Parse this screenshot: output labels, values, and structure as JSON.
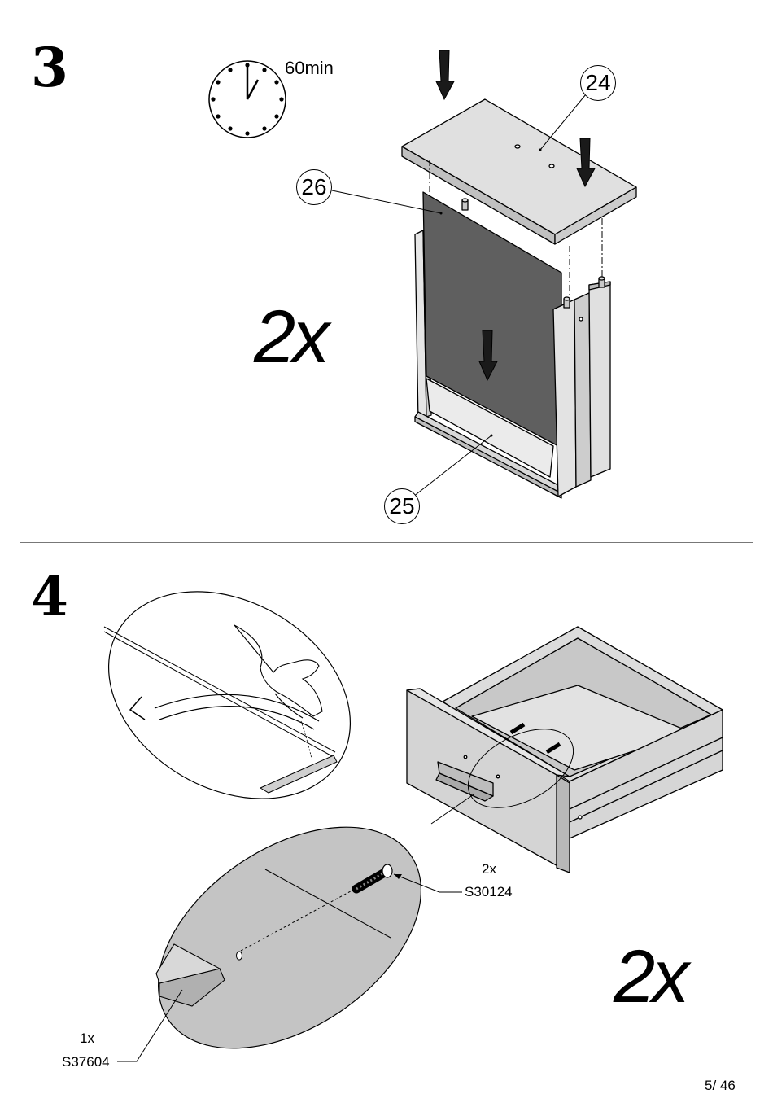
{
  "page": {
    "page_number": "5/ 46"
  },
  "step3": {
    "number": "3",
    "time": "60min",
    "multiplier": "2x",
    "parts": {
      "top_panel": "24",
      "back_panel": "26",
      "frame": "25"
    }
  },
  "step4": {
    "number": "4",
    "multiplier": "2x",
    "screw": {
      "qty": "2x",
      "code": "S30124"
    },
    "handle": {
      "qty": "1x",
      "code": "S37604"
    }
  },
  "icons": [
    "clock-icon",
    "arrow-down-icon",
    "peel-arrow-icon",
    "hand-icon"
  ],
  "colors": {
    "panel": "#d9d9d9",
    "back_panel": "#5f5f5f",
    "ellipse": "#c4c4c4"
  }
}
